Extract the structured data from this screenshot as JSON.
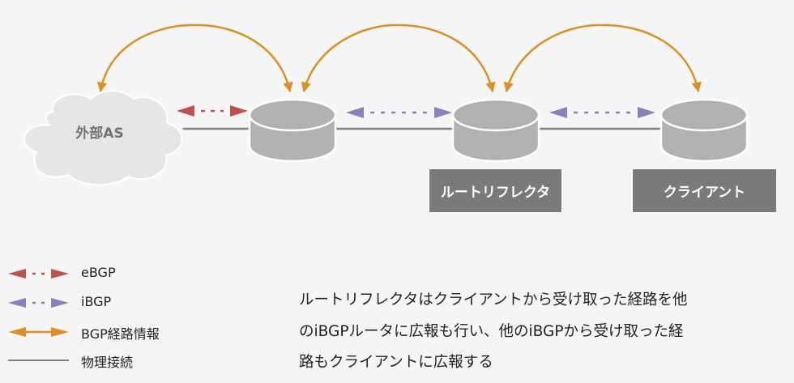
{
  "nodes": {
    "external_as": {
      "label": "外部AS",
      "icon": "cloud-icon"
    },
    "router_1": {
      "icon": "router-cylinder-icon"
    },
    "route_reflector": {
      "label": "ルートリフレクタ",
      "icon": "router-cylinder-icon"
    },
    "client": {
      "label": "クライアント",
      "icon": "router-cylinder-icon"
    }
  },
  "connections": [
    {
      "from": "external_as",
      "to": "router_1",
      "type": "eBGP"
    },
    {
      "from": "router_1",
      "to": "route_reflector",
      "type": "iBGP"
    },
    {
      "from": "route_reflector",
      "to": "client",
      "type": "iBGP"
    },
    {
      "from": "external_as",
      "to": "router_1",
      "type": "BGP経路情報"
    },
    {
      "from": "router_1",
      "to": "route_reflector",
      "type": "BGP経路情報"
    },
    {
      "from": "route_reflector",
      "to": "client",
      "type": "BGP経路情報"
    }
  ],
  "colors": {
    "ebgp": "#c0504d",
    "ibgp": "#8a7fc0",
    "bgp_route": "#de8f24",
    "physical": "#808080",
    "router_fill": "#b1b1b1",
    "label_box": "#7a7a7a",
    "cloud_fill": "#e6e6e6",
    "background": "#f5f5f5"
  },
  "legend": [
    {
      "label": "eBGP",
      "style": "red-dotted-double-arrow"
    },
    {
      "label": "iBGP",
      "style": "purple-dotted-double-arrow"
    },
    {
      "label": "BGP経路情報",
      "style": "orange-solid-double-arrow"
    },
    {
      "label": "物理接続",
      "style": "gray-solid-line"
    }
  ],
  "description": {
    "lines": [
      "ルートリフレクタはクライアントから受け取った経路を他",
      "のiBGPルータに広報も行い、他のiBGPから受け取った経",
      "路もクライアントに広報する"
    ]
  }
}
